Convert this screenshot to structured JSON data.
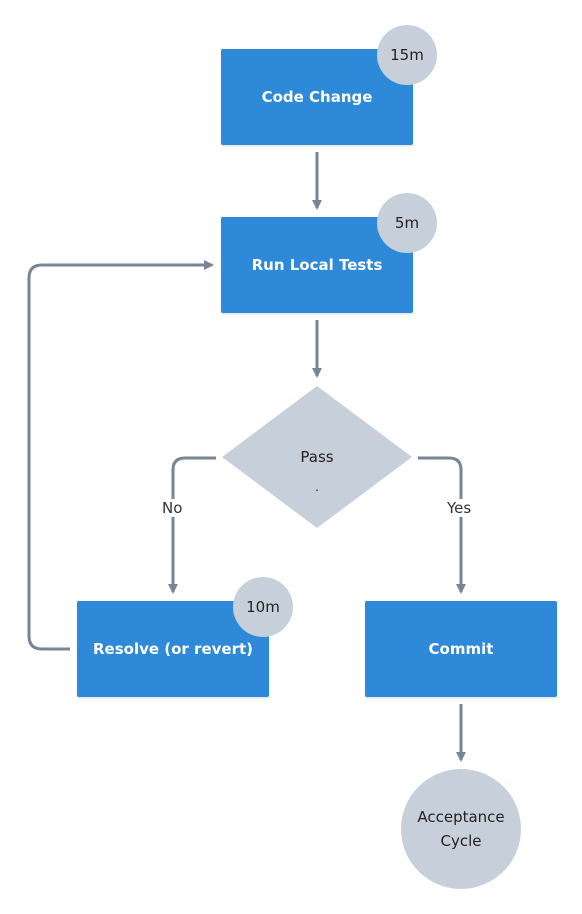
{
  "nodes": {
    "code_change": {
      "label": "Code Change",
      "duration": "15m"
    },
    "run_local_tests": {
      "label": "Run Local Tests",
      "duration": "5m"
    },
    "pass_decision": {
      "label": "Pass",
      "dot": "."
    },
    "resolve": {
      "label": "Resolve (or revert)",
      "duration": "10m"
    },
    "commit": {
      "label": "Commit"
    },
    "acceptance_cycle": {
      "line1": "Acceptance",
      "line2": "Cycle"
    }
  },
  "edges": {
    "no_label": "No",
    "yes_label": "Yes"
  },
  "colors": {
    "process": "#2e8ad8",
    "badge": "#c7d0da",
    "connector": "#778594",
    "decision": "#c7d0da"
  }
}
